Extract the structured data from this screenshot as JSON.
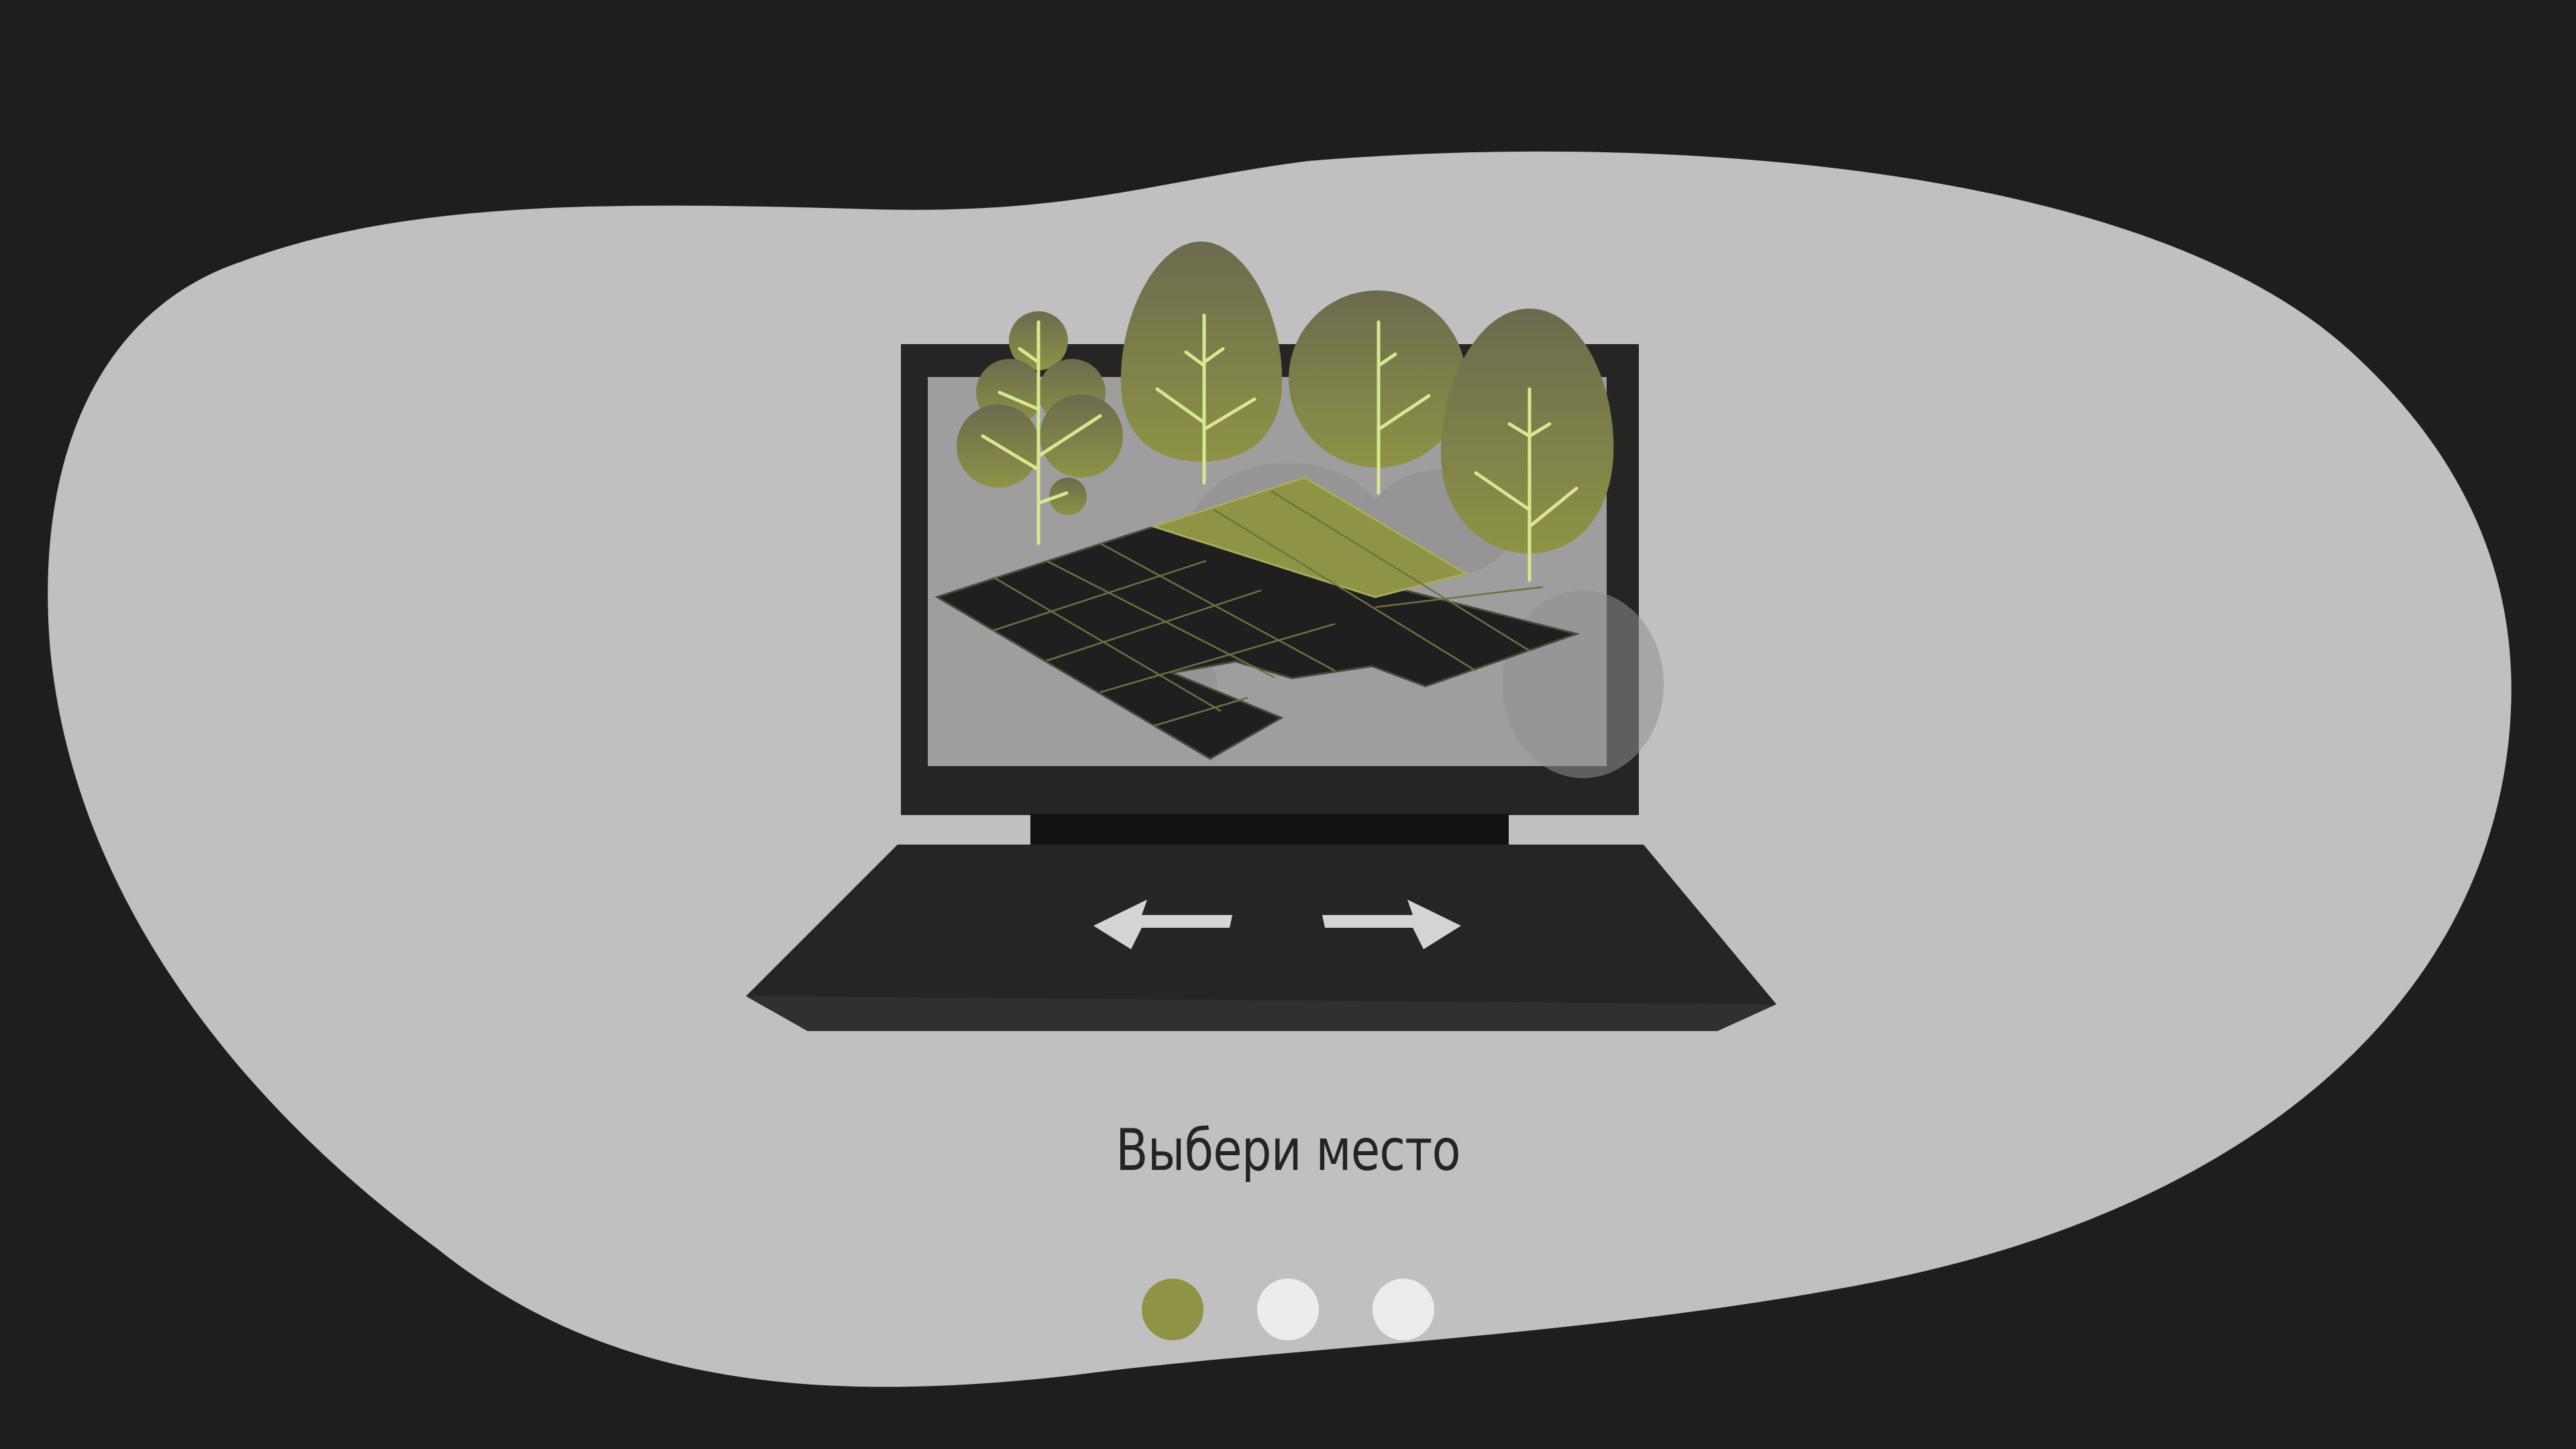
{
  "onboarding": {
    "caption": "Выбери место",
    "pagination": {
      "total": 3,
      "active_index": 0
    }
  },
  "colors": {
    "background": "#1e1e1e",
    "blob": "#c0c0c0",
    "accent": "#8e9346",
    "dot_inactive": "#ececec",
    "laptop_body": "#262523"
  },
  "illustration": {
    "icons": [
      "laptop-icon",
      "tree-icon",
      "grid-floor-icon",
      "arrow-left-icon",
      "arrow-right-icon"
    ]
  }
}
